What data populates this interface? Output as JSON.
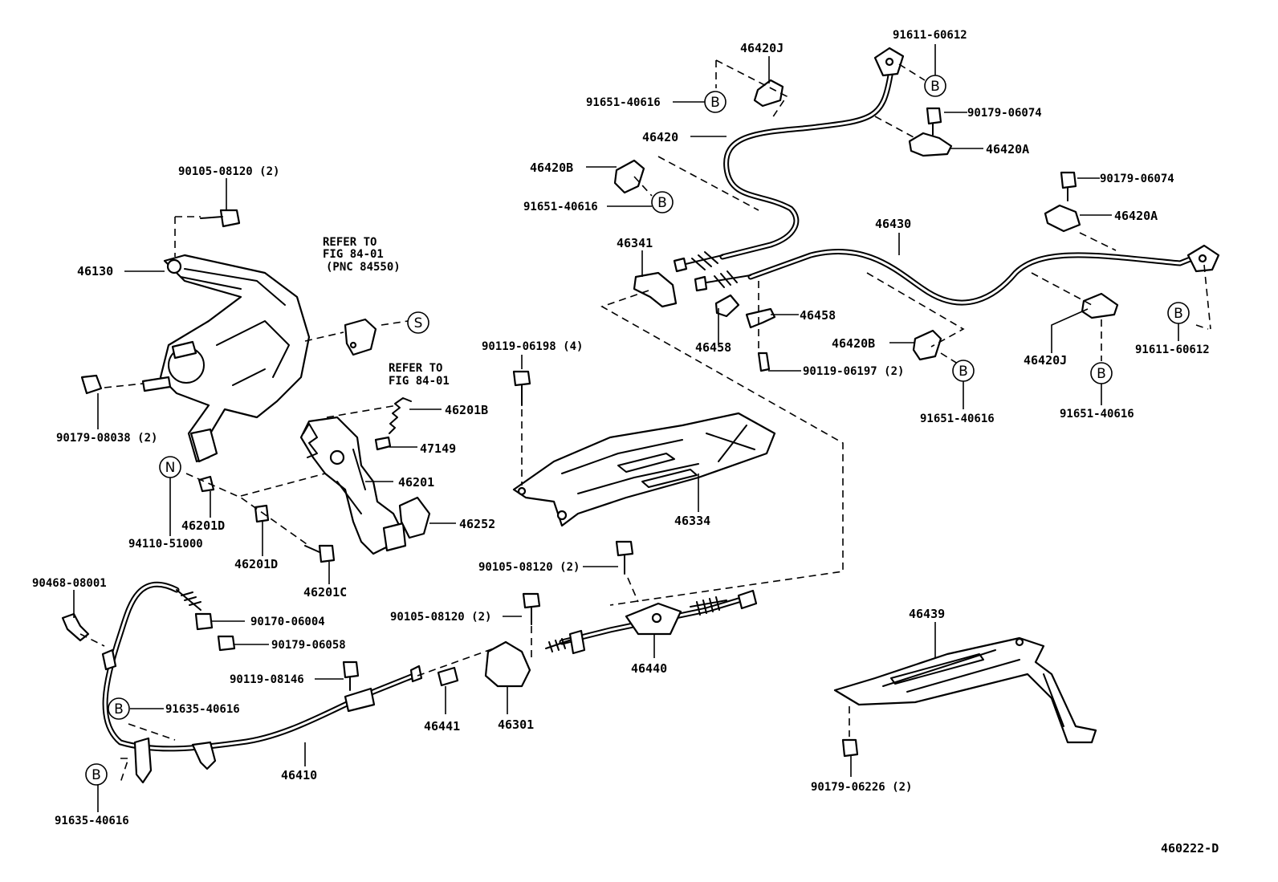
{
  "diagram_code": "460222-D",
  "refer_note_1": [
    "REFER TO",
    "FIG 84-01",
    "(PNC 84550)"
  ],
  "refer_note_2": [
    "REFER TO",
    "FIG 84-01"
  ],
  "labels": {
    "p_46420J_top": "46420J",
    "p_91611_60612_top": "91611-60612",
    "p_91651_40616_a": "91651-40616",
    "p_90179_06074_a": "90179-06074",
    "p_46420": "46420",
    "p_46420A_a": "46420A",
    "p_46420B_a": "46420B",
    "p_91651_40616_b": "91651-40616",
    "p_90105_08120_top": "90105-08120 (2)",
    "p_90179_06074_b": "90179-06074",
    "p_46420A_b": "46420A",
    "p_46430": "46430",
    "p_46341": "46341",
    "p_46130": "46130",
    "p_46458_a": "46458",
    "p_46458_b": "46458",
    "p_46420B_b": "46420B",
    "p_90119_06197": "90119-06197 (2)",
    "p_46420J_right": "46420J",
    "p_91611_60612_right": "91611-60612",
    "p_91651_40616_c": "91651-40616",
    "p_91651_40616_d": "91651-40616",
    "p_90119_06198": "90119-06198 (4)",
    "p_90179_08038": "90179-08038 (2)",
    "p_46201B": "46201B",
    "p_47149": "47149",
    "p_46201": "46201",
    "p_46252": "46252",
    "p_46334": "46334",
    "p_46201D_a": "46201D",
    "p_94110_51000": "94110-51000",
    "p_46201D_b": "46201D",
    "p_46201C": "46201C",
    "p_90105_08120_mid": "90105-08120 (2)",
    "p_90468_08001": "90468-08001",
    "p_90170_06004": "90170-06004",
    "p_90179_06058": "90179-06058",
    "p_90105_08120_low": "90105-08120 (2)",
    "p_46439": "46439",
    "p_90119_08146": "90119-08146",
    "p_46440": "46440",
    "p_91635_40616_a": "91635-40616",
    "p_46441": "46441",
    "p_46301": "46301",
    "p_46410": "46410",
    "p_90179_06226": "90179-06226 (2)",
    "p_91635_40616_b": "91635-40616"
  },
  "circle_marks": {
    "B": "B",
    "S": "S",
    "N": "N"
  }
}
